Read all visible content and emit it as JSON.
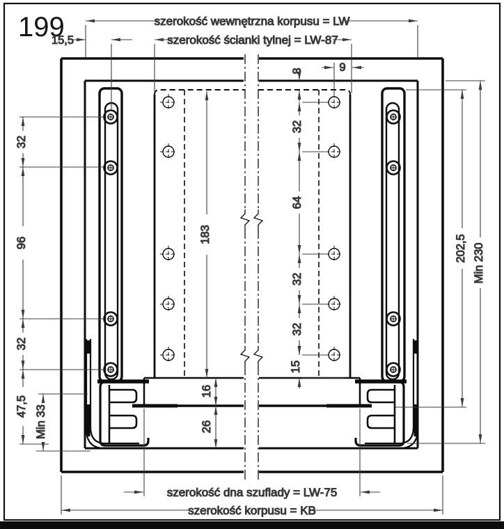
{
  "page": {
    "number": "199",
    "line_color": "#0d0d0d",
    "dim_line_color": "#3c3c3c",
    "text_color": "#24324a"
  },
  "top_dimensions": {
    "inner_width_label": "szerokość wewnętrzna korpusu = LW",
    "back_panel_width_label": "szerokość ścianki tylnej = LW-87",
    "rail_hole_offset": "15,5"
  },
  "bottom_dimensions": {
    "drawer_bottom_width_label": "szerokość dna szuflady = LW-75",
    "cabinet_width_label": "szerokość korpusu = KB"
  },
  "left_rail_chain": {
    "hole_spacing_top": "32",
    "hole_spacing_mid": "96",
    "hole_spacing_bottom": "32",
    "bottom_hole_height": "47,5",
    "min_bottom_clearance": "Min 33"
  },
  "back_panel_chain": {
    "top_gap": "8",
    "edge_offset": "9",
    "spacing_1": "32",
    "spacing_2": "64",
    "spacing_3": "32",
    "spacing_4": "32",
    "spacing_5": "15"
  },
  "center_dimensions": {
    "back_panel_height": "183",
    "bottom_panel_thickness": "16",
    "bottom_clearance": "26"
  },
  "right_side_dimensions": {
    "rail_assembly_height": "202,5",
    "min_inner_height": "Min 230"
  }
}
